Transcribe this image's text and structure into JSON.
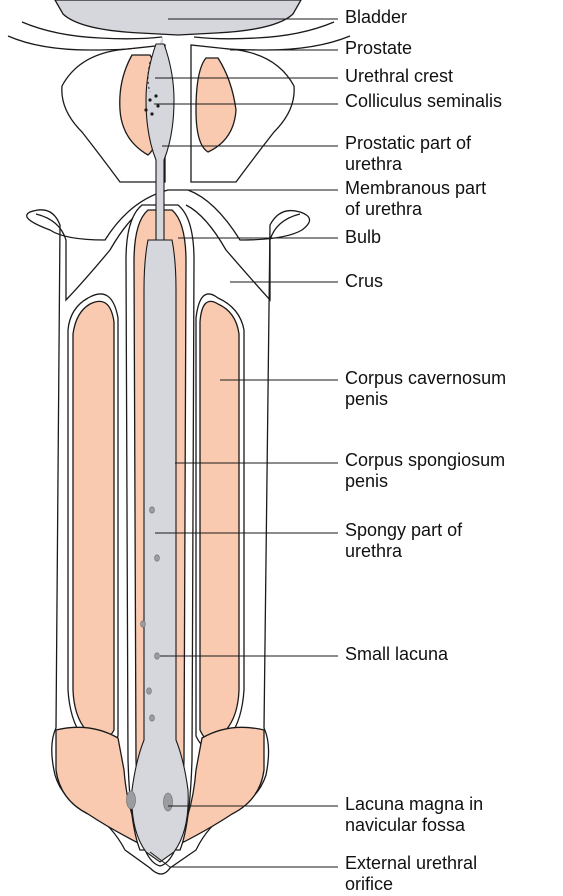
{
  "colors": {
    "tissue": "#f9c9b0",
    "urethra": "#d5d7dc",
    "outline": "#1a1a1a",
    "lacuna": "#9a9ca0",
    "background": "#ffffff"
  },
  "labels": [
    {
      "id": "bladder",
      "lines": [
        "Bladder"
      ]
    },
    {
      "id": "prostate",
      "lines": [
        "Prostate"
      ]
    },
    {
      "id": "urethral-crest",
      "lines": [
        "Urethral crest"
      ]
    },
    {
      "id": "colliculus-seminalis",
      "lines": [
        "Colliculus seminalis"
      ]
    },
    {
      "id": "prostatic-part",
      "lines": [
        "Prostatic part of",
        "urethra"
      ]
    },
    {
      "id": "membranous-part",
      "lines": [
        "Membranous part",
        "of urethra"
      ]
    },
    {
      "id": "bulb",
      "lines": [
        "Bulb"
      ]
    },
    {
      "id": "crus",
      "lines": [
        "Crus"
      ]
    },
    {
      "id": "corpus-cavernosum",
      "lines": [
        "Corpus cavernosum",
        "penis"
      ]
    },
    {
      "id": "corpus-spongiosum",
      "lines": [
        "Corpus spongiosum",
        "penis"
      ]
    },
    {
      "id": "spongy-part",
      "lines": [
        "Spongy part of",
        "urethra"
      ]
    },
    {
      "id": "small-lacuna",
      "lines": [
        "Small lacuna"
      ]
    },
    {
      "id": "lacuna-magna",
      "lines": [
        "Lacuna magna in",
        "navicular fossa"
      ]
    },
    {
      "id": "external-urethral-orifice",
      "lines": [
        "External urethral",
        "orifice"
      ]
    }
  ]
}
